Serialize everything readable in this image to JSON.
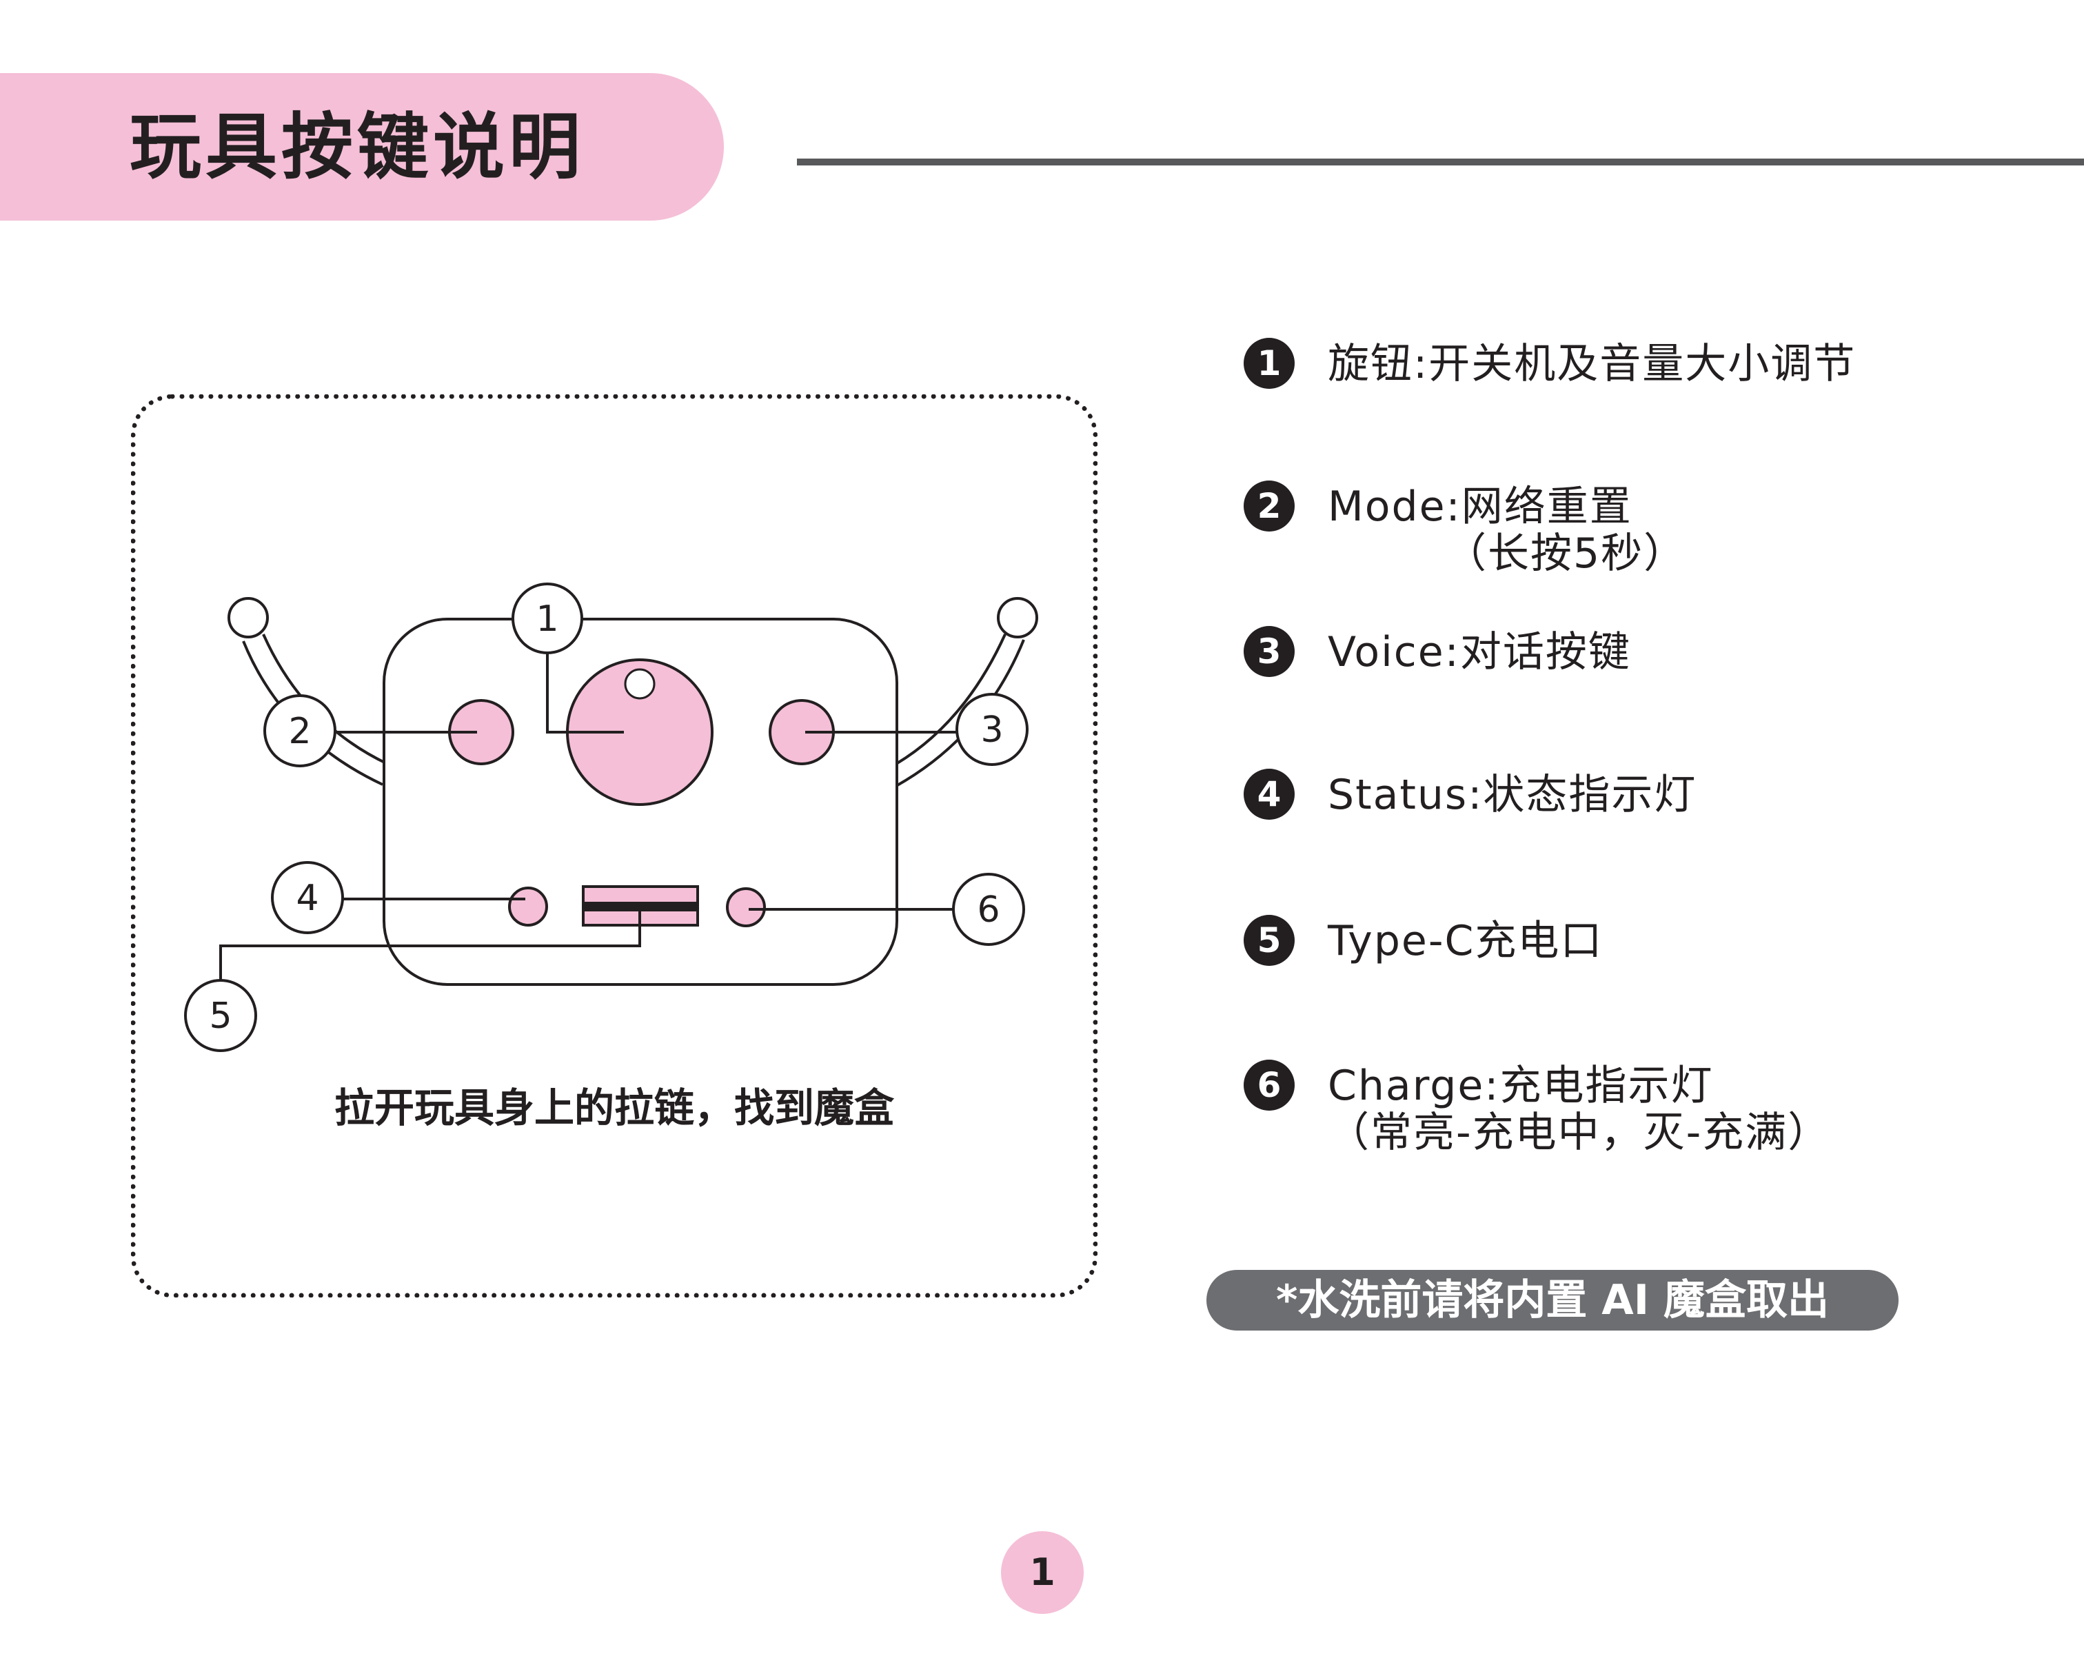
{
  "header": {
    "title": "玩具按键说明"
  },
  "diagram": {
    "callouts": [
      {
        "id": 1,
        "label": "1"
      },
      {
        "id": 2,
        "label": "2"
      },
      {
        "id": 3,
        "label": "3"
      },
      {
        "id": 4,
        "label": "4"
      },
      {
        "id": 5,
        "label": "5"
      },
      {
        "id": 6,
        "label": "6"
      }
    ],
    "caption": "拉开玩具身上的拉链，找到魔盒"
  },
  "legend": [
    {
      "number": "1",
      "text": "旋钮:开关机及音量大小调节",
      "sub": ""
    },
    {
      "number": "2",
      "text": "Mode:网络重置",
      "sub": "（长按5秒）"
    },
    {
      "number": "3",
      "text": "Voice:对话按键",
      "sub": ""
    },
    {
      "number": "4",
      "text": "Status:状态指示灯",
      "sub": ""
    },
    {
      "number": "5",
      "text": "Type-C充电口",
      "sub": ""
    },
    {
      "number": "6",
      "text": "Charge:充电指示灯",
      "sub": "（常亮-充电中，灭-充满）"
    }
  ],
  "notice": "*水洗前请将内置 AI 魔盒取出",
  "page_number": "1",
  "colors": {
    "accent_pink": "#f5bfd7",
    "ink": "#231f20",
    "rule_gray": "#58595b",
    "notice_gray": "#6d6e71"
  }
}
